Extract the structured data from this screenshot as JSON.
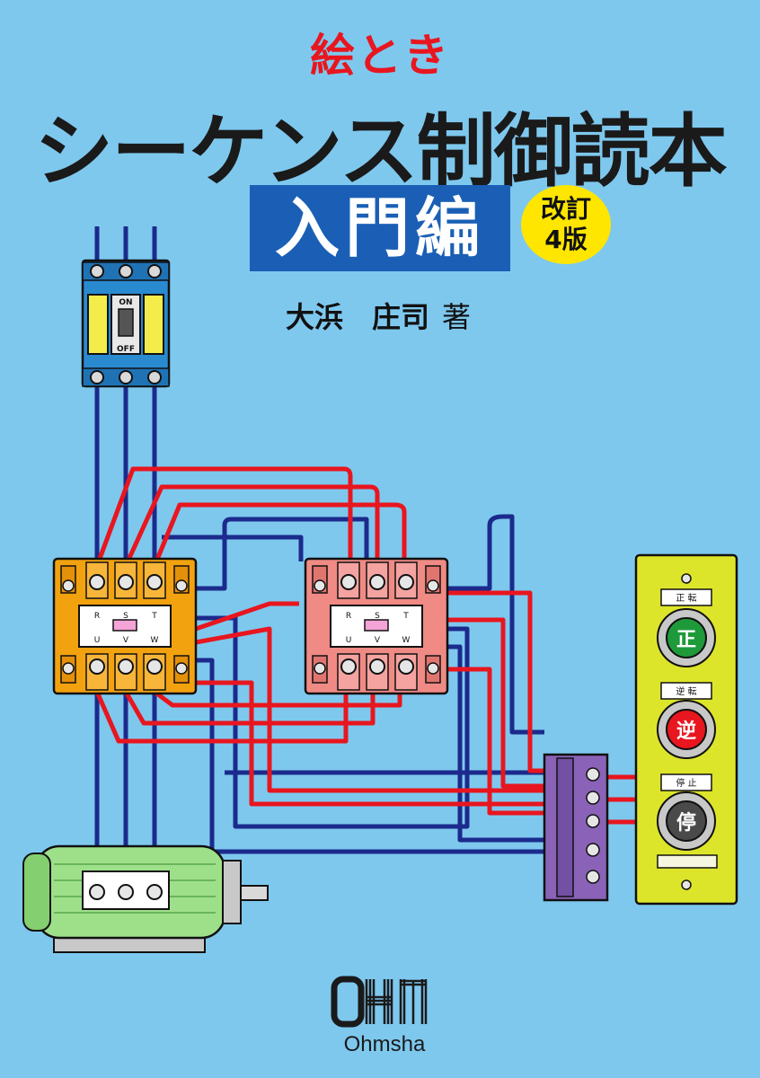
{
  "cover": {
    "subtitle_top": "絵とき",
    "title": "シーケンス制御読本",
    "series": "入門編",
    "edition_line1": "改訂",
    "edition_line2": "4版",
    "author": "大浜　庄司",
    "author_role": "著",
    "publisher": "Ohmsha",
    "publisher_logo": "OHM"
  },
  "breaker": {
    "on_label": "ON",
    "off_label": "OFF"
  },
  "contactor": {
    "top_labels": [
      "R",
      "S",
      "T"
    ],
    "bottom_labels": [
      "U",
      "V",
      "W"
    ]
  },
  "push_buttons": [
    {
      "header": "正 転",
      "char": "正"
    },
    {
      "header": "逆 転",
      "char": "逆"
    },
    {
      "header": "停 止",
      "char": "停"
    }
  ],
  "colors": {
    "background": "#7ec8ee",
    "red_wire": "#e8161f",
    "blue_wire": "#1b2a8c",
    "contactor_orange": "#f2a20f",
    "contactor_pink": "#f08a85",
    "breaker_blue": "#2a8ad0",
    "motor_green": "#9ee08a",
    "station_yellow": "#dde52a",
    "terminal_purple": "#8a63b8"
  }
}
